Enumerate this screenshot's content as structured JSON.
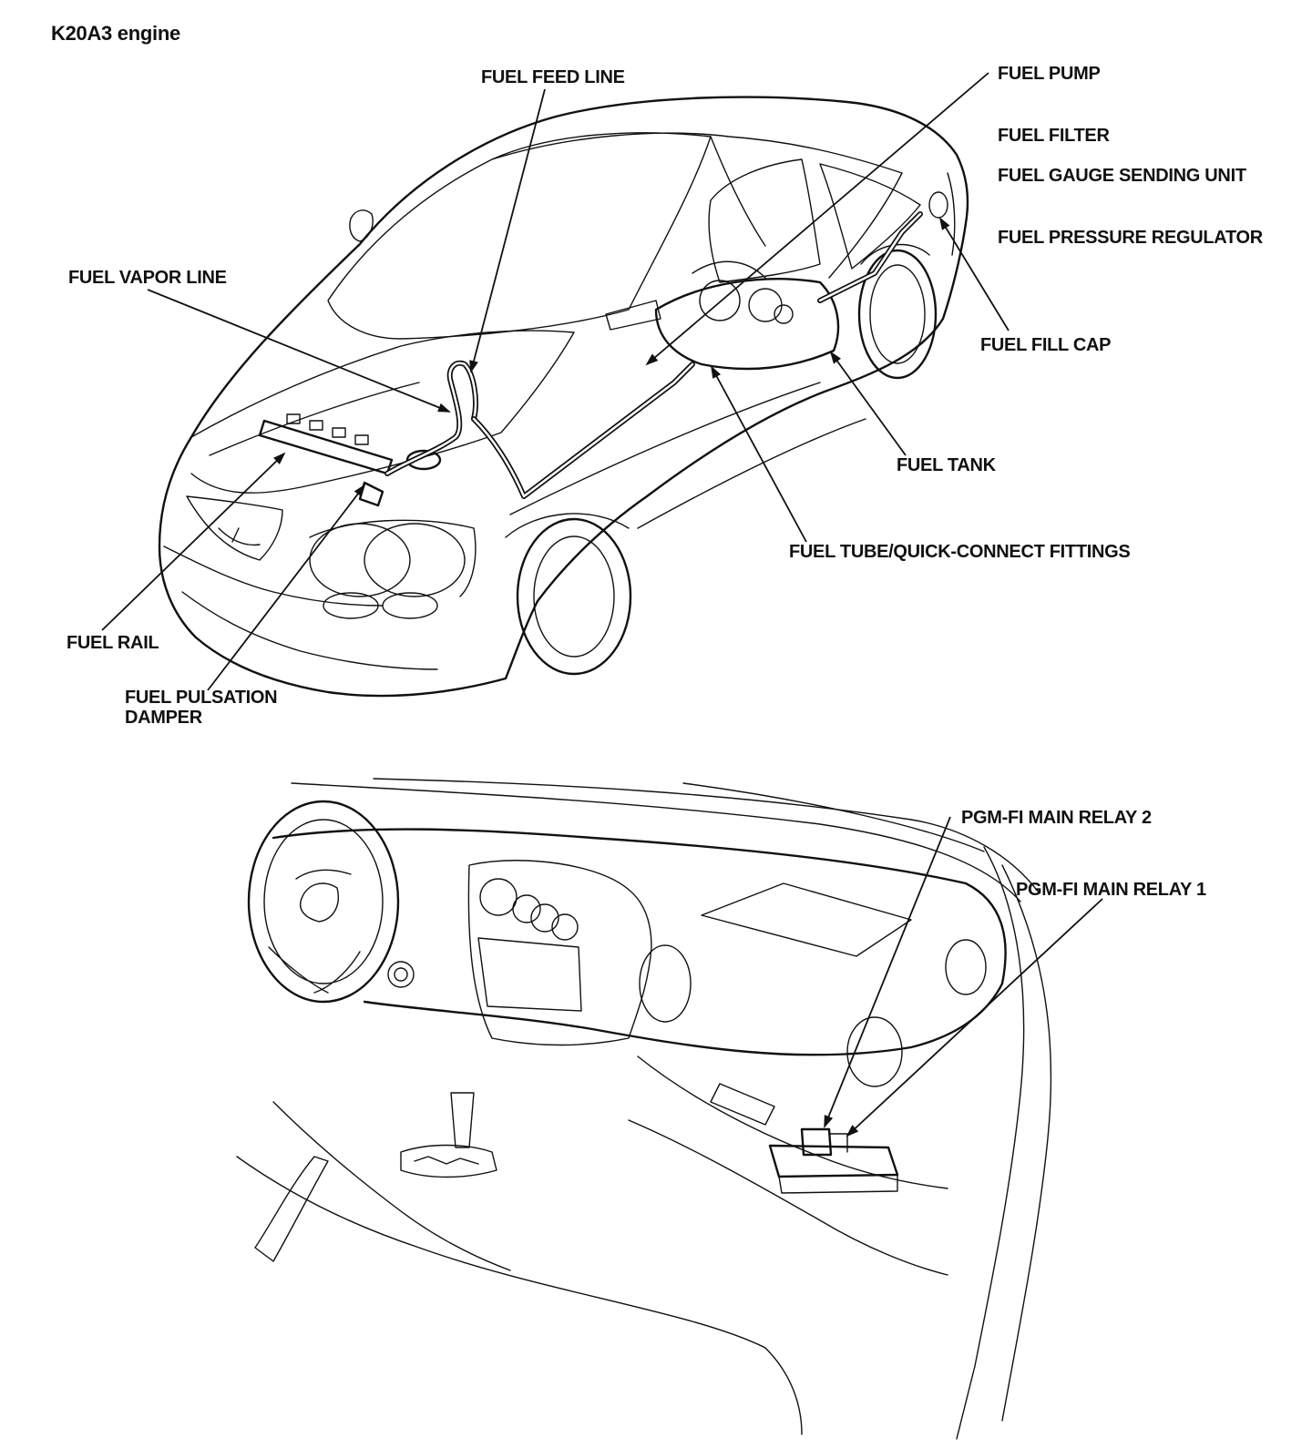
{
  "title": "K20A3 engine",
  "labels": {
    "fuel_feed_line": "FUEL FEED LINE",
    "fuel_pump": "FUEL PUMP",
    "fuel_filter": "FUEL FILTER",
    "fuel_gauge_sending_unit": "FUEL GAUGE SENDING UNIT",
    "fuel_pressure_regulator": "FUEL PRESSURE REGULATOR",
    "fuel_vapor_line": "FUEL VAPOR LINE",
    "fuel_fill_cap": "FUEL FILL CAP",
    "fuel_tank": "FUEL TANK",
    "fuel_tube_quick_connect": "FUEL TUBE/QUICK-CONNECT FITTINGS",
    "fuel_rail": "FUEL RAIL",
    "fuel_pulsation_damper_line1": "FUEL PULSATION",
    "fuel_pulsation_damper_line2": "DAMPER",
    "pgm_fi_main_relay_2": "PGM-FI MAIN RELAY 2",
    "pgm_fi_main_relay_1": "PGM-FI MAIN RELAY 1"
  }
}
